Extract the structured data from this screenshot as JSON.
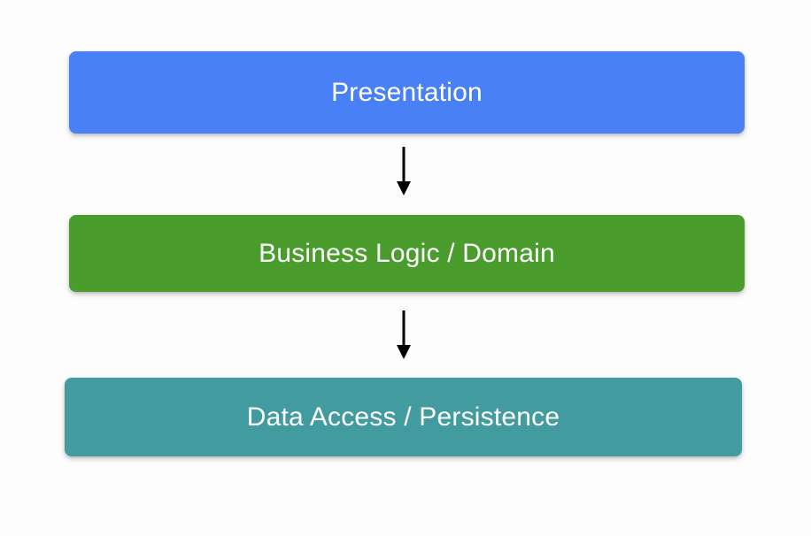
{
  "diagram": {
    "type": "layered-architecture-flow",
    "background_color": "#fdfdfd",
    "orientation": "vertical-top-down",
    "layers": [
      {
        "id": "presentation",
        "label": "Presentation",
        "color": "#4a80f5",
        "text_color": "#ffffff",
        "order": 1
      },
      {
        "id": "business-logic",
        "label": "Business Logic / Domain",
        "color": "#4a9c2d",
        "text_color": "#ffffff",
        "order": 2
      },
      {
        "id": "data-access",
        "label": "Data Access / Persistence",
        "color": "#429b9e",
        "text_color": "#ffffff",
        "order": 3
      }
    ],
    "connectors": [
      {
        "id": "presentation-to-business",
        "from": "presentation",
        "to": "business-logic",
        "color": "#000000",
        "style": "solid-arrow-down"
      },
      {
        "id": "business-to-data",
        "from": "business-logic",
        "to": "data-access",
        "color": "#000000",
        "style": "solid-arrow-down"
      }
    ]
  }
}
